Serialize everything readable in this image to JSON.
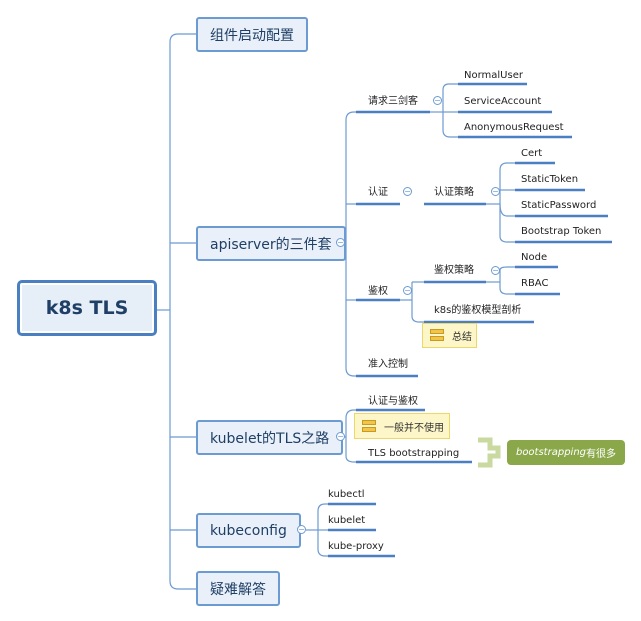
{
  "root": "k8s TLS",
  "topics": {
    "startup_config": "组件启动配置",
    "apiserver": "apiserver的三件套",
    "kubelet_tls": "kubelet的TLS之路",
    "kubeconfig": "kubeconfig",
    "faq": "疑难解答"
  },
  "apiserver": {
    "request_trio": "请求三剑客",
    "request_items": [
      "NormalUser",
      "ServiceAccount",
      "AnonymousRequest"
    ],
    "authn": "认证",
    "authn_strategy": "认证策略",
    "authn_items": [
      "Cert",
      "StaticToken",
      "StaticPassword",
      "Bootstrap Token"
    ],
    "authz": "鉴权",
    "authz_strategy": "鉴权策略",
    "authz_items": [
      "Node",
      "RBAC"
    ],
    "authz_model": "k8s的鉴权模型剖析",
    "summary_note": "总结",
    "admission": "准入控制"
  },
  "kubelet": {
    "authn_authz": "认证与鉴权",
    "note": "一般并不使用",
    "tls_bootstrapping": "TLS bootstrapping",
    "summary_em": "bootstrapping",
    "summary_rest": "有很多"
  },
  "kubeconfig": {
    "items": [
      "kubectl",
      "kubelet",
      "kube-proxy"
    ]
  },
  "colors": {
    "line": "#6c9bd2",
    "underline": "#4a7fc1",
    "topic_border": "#6c9bd2",
    "summary_bg": "#8aa84a",
    "brace": "#c9d9a0",
    "note_bg": "#fdf6c8"
  },
  "icons": {
    "collapse": "minus-circle-icon",
    "note": "note-icon"
  }
}
